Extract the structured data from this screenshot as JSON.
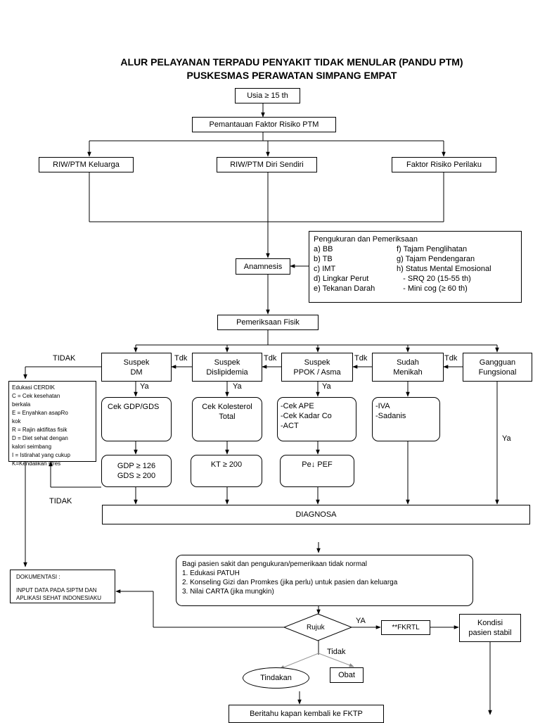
{
  "title": {
    "line1": "ALUR PELAYANAN  TERPADU PENYAKIT TIDAK MENULAR (PANDU PTM)",
    "line2": "PUSKESMAS PERAWATAN SIMPANG EMPAT"
  },
  "nodes": {
    "usia": "Usia ≥ 15 th",
    "pemantauan": "Pemantauan Faktor Risiko PTM",
    "riw_keluarga": "RIW/PTM Keluarga",
    "riw_diri": "RIW/PTM Diri Sendiri",
    "faktor_perilaku": "Faktor Risiko Perilaku",
    "anamnesis": "Anamnesis",
    "pemeriksaan_fisik": "Pemeriksaan Fisik",
    "suspek_dm": [
      "Suspek",
      "DM"
    ],
    "suspek_dislipidemia": [
      "Suspek",
      "Dislipidemia"
    ],
    "suspek_ppok": [
      "Suspek",
      "PPOK / Asma"
    ],
    "sudah_menikah": [
      "Sudah",
      "Menikah"
    ],
    "gangguan": [
      "Gangguan",
      "Fungsional"
    ],
    "cek_gdp": "Cek GDP/GDS",
    "cek_kolesterol": [
      "Cek Kolesterol",
      "Total"
    ],
    "cek_ape": [
      "-Cek APE",
      "-Cek Kadar Co",
      "-ACT"
    ],
    "iva": [
      "-IVA",
      "-Sadanis"
    ],
    "gdp_result": [
      "GDP ≥ 126",
      "GDS ≥ 200"
    ],
    "kt_result": "KT ≥ 200",
    "pe_result": "Pe↓ PEF",
    "diagnosa": "DIAGNOSA",
    "rujuk": "Rujuk",
    "fkrtl": "**FKRTL",
    "kondisi": [
      "Kondisi",
      "pasien stabil"
    ],
    "tindakan": "Tindakan",
    "obat": "Obat",
    "beritahu": "Beritahu kapan kembali ke FKTP"
  },
  "pengukuran": {
    "title": "Pengukuran dan Pemeriksaan",
    "left": [
      "a)  BB",
      "b)  TB",
      "c)  IMT",
      "d)  Lingkar Perut",
      "e)  Tekanan Darah"
    ],
    "right": [
      "f) Tajam Penglihatan",
      "g) Tajam Pendengaran",
      "h) Status Mental Emosional",
      "   - SRQ 20 (15-55 th)",
      "   - Mini cog (≥ 60 th)"
    ]
  },
  "edukasi": {
    "lines": [
      "Edukasi CERDIK",
      "C = Cek kesehatan",
      "berkala",
      "E = Enyahkan asapRo",
      "kok",
      "R = Rajin aktifitas fisik",
      "D = Diet sehat dengan",
      "kalori seimbang",
      "I = Istirahat yang cukup",
      "K=Kendalikan stres"
    ]
  },
  "dokumentasi": {
    "lines": [
      "DOKUMENTASI :",
      "",
      "INPUT DATA PADA SIPTM DAN",
      "APLIKASI SEHAT INDONESIAKU"
    ]
  },
  "bagi_pasien": {
    "lines": [
      "Bagi pasien sakit dan pengukuran/pemerikaan tidak normal",
      "1. Edukasi PATUH",
      "2. Konseling Gizi dan Promkes (jika perlu) untuk pasien dan keluarga",
      "3. Nilai CARTA (jika mungkin)"
    ]
  },
  "labels": {
    "tidak_top": "TIDAK",
    "tidak_bottom": "TIDAK",
    "tdk": "Tdk",
    "ya": "Ya",
    "ya_caps": "YA",
    "tidak_rujuk": "Tidak"
  }
}
